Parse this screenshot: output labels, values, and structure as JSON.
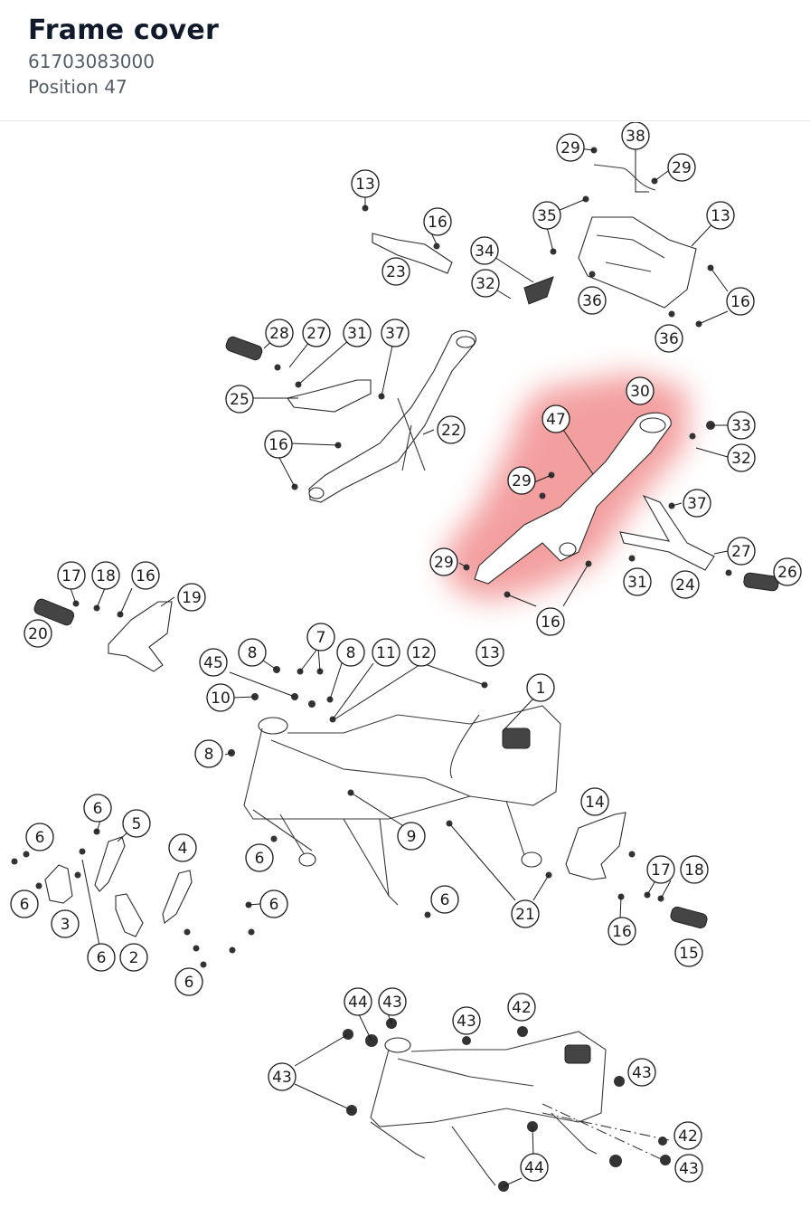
{
  "header": {
    "title": "Frame cover",
    "part_number": "61703083000",
    "position": "Position 47"
  },
  "diagram": {
    "highlight_color": "#f08080",
    "callouts": [
      "38",
      "29",
      "29",
      "13",
      "16",
      "35",
      "13",
      "34",
      "23",
      "32",
      "36",
      "16",
      "36",
      "28",
      "27",
      "31",
      "37",
      "30",
      "25",
      "47",
      "33",
      "22",
      "32",
      "16",
      "29",
      "37",
      "27",
      "29",
      "26",
      "31",
      "24",
      "16",
      "17",
      "18",
      "16",
      "19",
      "20",
      "7",
      "8",
      "8",
      "11",
      "12",
      "13",
      "45",
      "10",
      "1",
      "8",
      "9",
      "14",
      "6",
      "5",
      "6",
      "4",
      "6",
      "6",
      "17",
      "18",
      "6",
      "6",
      "3",
      "21",
      "16",
      "6",
      "2",
      "15",
      "6",
      "44",
      "43",
      "43",
      "42",
      "43",
      "43",
      "42",
      "43",
      "44"
    ]
  }
}
